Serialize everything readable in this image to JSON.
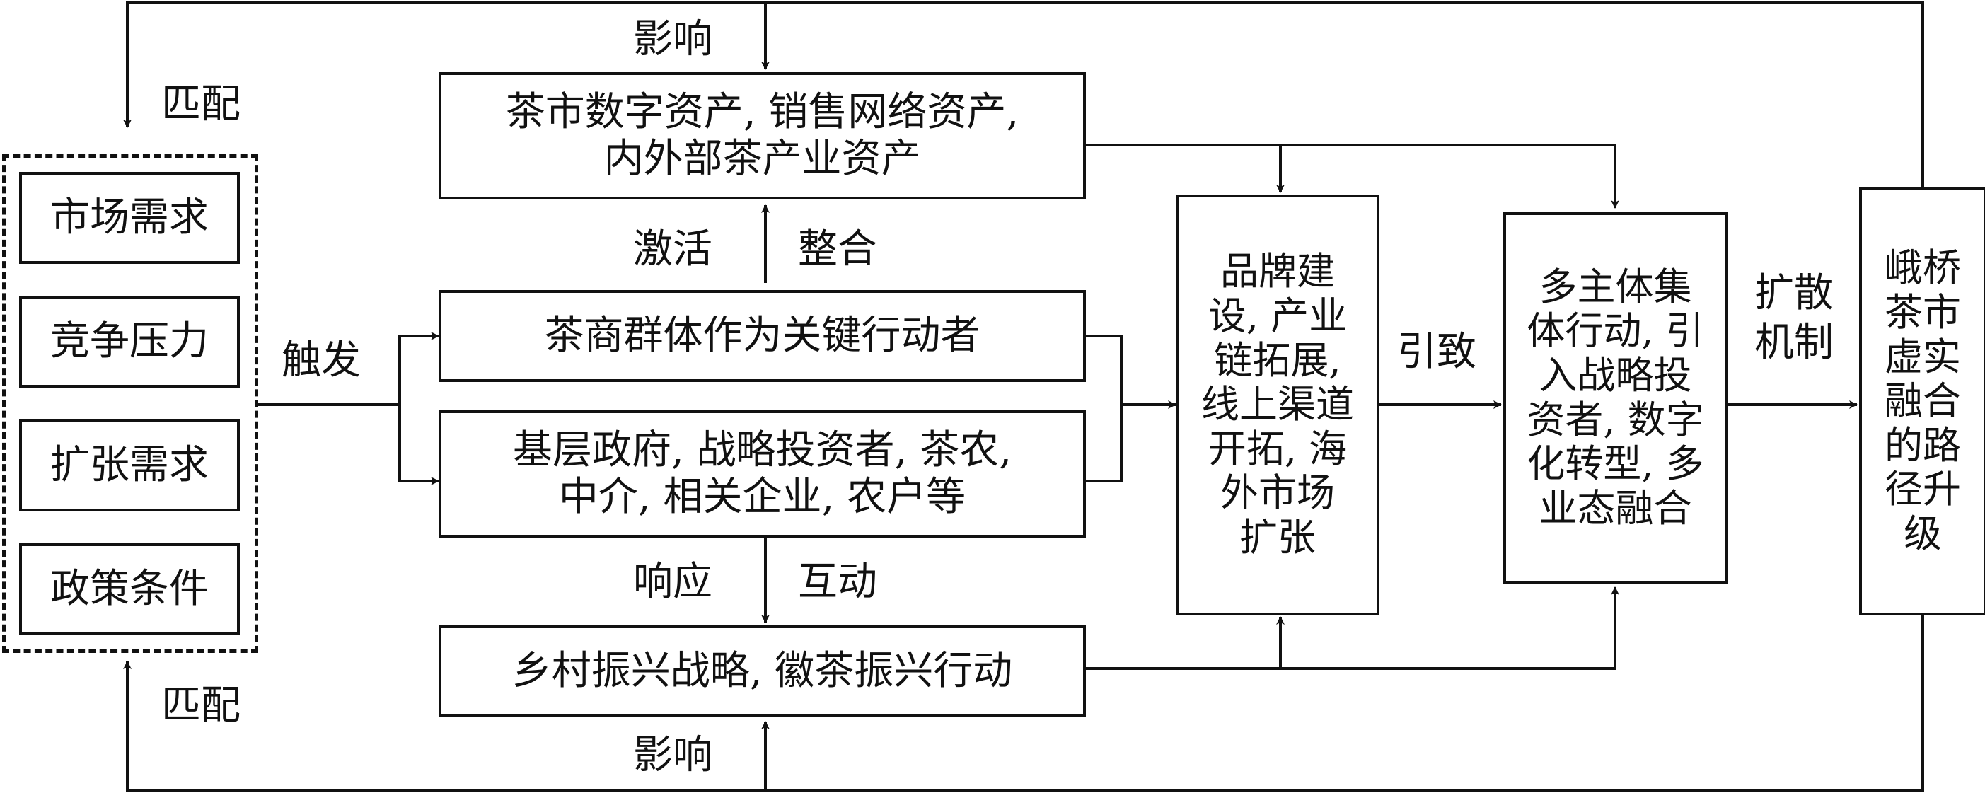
{
  "left_group": {
    "items": [
      "市场需求",
      "竞争压力",
      "扩张需求",
      "政策条件"
    ]
  },
  "labels": {
    "top_influence": "影响",
    "top_match": "匹配",
    "bottom_influence": "影响",
    "bottom_match": "匹配",
    "trigger": "触发",
    "activate": "激活",
    "integrate": "整合",
    "respond": "响应",
    "interact": "互动",
    "lead_to": "引致",
    "diffusion": "扩散机制"
  },
  "boxes": {
    "assets": "茶市数字资产, 销售网络资产,\n内外部茶产业资产",
    "tea_merchants": "茶商群体作为关键行动者",
    "actors": "基层政府, 战略投资者, 茶农,\n中介, 相关企业, 农户等",
    "policy": "乡村振兴战略, 徽茶振兴行动",
    "brand": "品牌建\n设, 产业\n链拓展,\n线上渠道\n开拓, 海\n外市场\n扩张",
    "collective": "多主体集\n体行动, 引\n入战略投\n资者, 数字\n化转型, 多\n业态融合",
    "upgrade": "峨桥\n茶市\n虚实\n融合\n的路\n径升\n级"
  },
  "colors": {
    "stroke": "#111111",
    "background": "#ffffff"
  }
}
